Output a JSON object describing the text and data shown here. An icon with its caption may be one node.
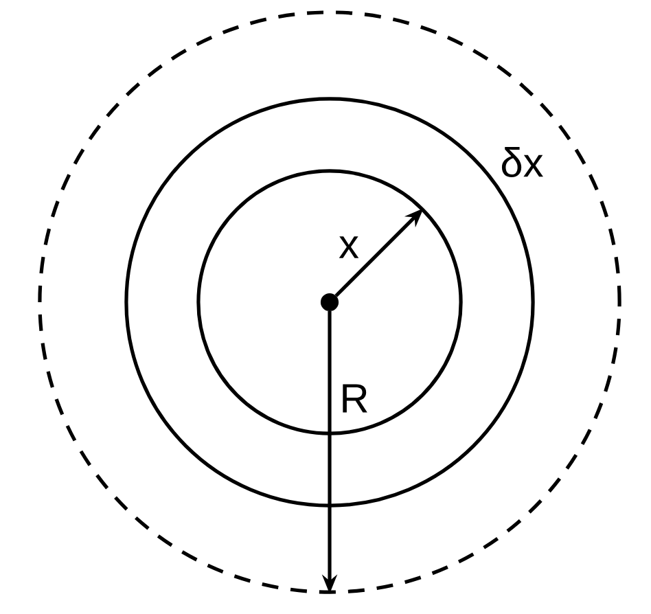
{
  "diagram": {
    "nodes": [
      {
        "text": [],
        "shape": "circle"
      },
      {
        "text": [],
        "shape": "circle",
        "in": 0
      },
      {
        "text": [],
        "shape": "circle",
        "in": 1
      },
      {
        "text": [],
        "shape": "circle",
        "in": 2
      }
    ],
    "edges": [
      {
        "from": 3,
        "to": 2,
        "arrow": "to",
        "label": "x"
      },
      {
        "from": 3,
        "to": 0,
        "arrow": "to",
        "label": "R"
      }
    ],
    "labels": [
      "δx"
    ]
  }
}
